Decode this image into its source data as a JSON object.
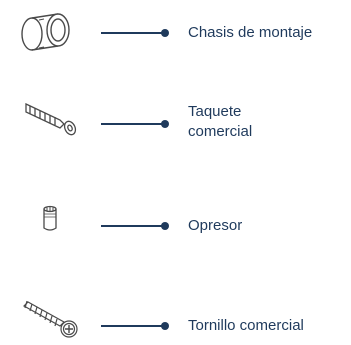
{
  "parts": [
    {
      "label": "Chasis de montaje",
      "icon": "mounting-chassis-icon"
    },
    {
      "label": "Taquete\ncomercial",
      "icon": "wall-anchor-icon"
    },
    {
      "label": "Opresor",
      "icon": "set-screw-icon"
    },
    {
      "label": "Tornillo comercial",
      "icon": "screw-icon"
    }
  ],
  "colors": {
    "leader": "#1f3a5c",
    "label": "#1f3a5c",
    "icon_stroke": "#4a4a4a"
  }
}
